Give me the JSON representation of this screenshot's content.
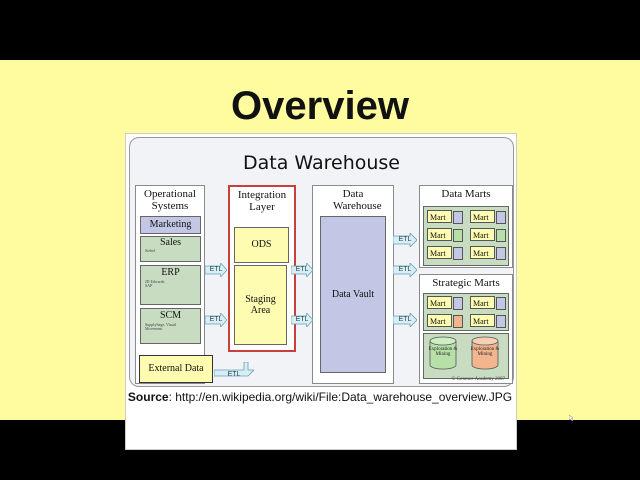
{
  "slide": {
    "title": "Overview",
    "source_label": "Source",
    "source_url": ": http://en.wikipedia.org/wiki/File:Data_warehouse_overview.JPG"
  },
  "diagram": {
    "title": "Data Warehouse",
    "columns": {
      "operational": "Operational Systems",
      "integration": "Integration Layer",
      "warehouse": "Data Warehouse",
      "marts": "Data Marts",
      "strategic": "Strategic Marts"
    },
    "sources": {
      "marketing": "Marketing",
      "sales": "Sales",
      "sales_sub": "Siebel",
      "erp": "ERP",
      "erp_sub": "JD Edwards SAP",
      "scm": "SCM",
      "scm_sub": "SupplySage, Visual Movement",
      "external": "External Data"
    },
    "integration": {
      "ods": "ODS",
      "staging": "Staging Area"
    },
    "vault": "Data Vault",
    "etl": "ETL",
    "mart": "Mart",
    "exploration": "Exploration & Mining",
    "copyright": "© Genesee Academy 2007",
    "colors": {
      "highlight": "#c8403c",
      "source_green": "#c8dcc2",
      "vault_lavender": "#c3c6e4",
      "staging_yellow": "#fdfcb0",
      "cylinder_green": "#b6e0a8",
      "cylinder_orange": "#f2b58e"
    }
  }
}
